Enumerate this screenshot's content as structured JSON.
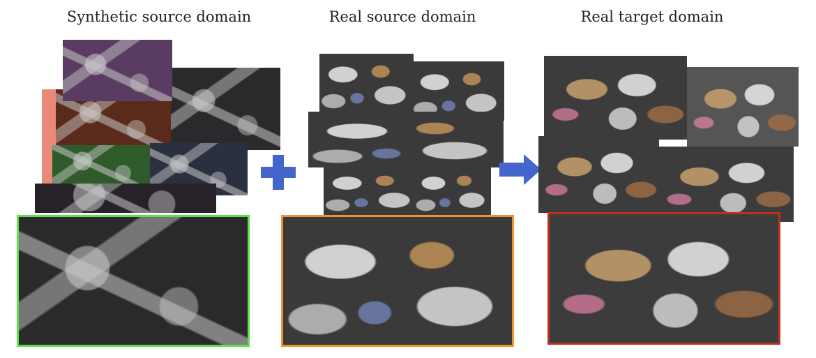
{
  "titles": {
    "synthetic": "Synthetic source domain",
    "real_source": "Real source domain",
    "real_target": "Real target domain"
  },
  "colors": {
    "synthetic_frame": "#5ee04a",
    "real_source_frame": "#f0922e",
    "real_target_frame": "#c0301e",
    "symbols": "#4466cc"
  },
  "symbols": {
    "plus": "plus-icon",
    "arrow": "arrow-right-icon"
  }
}
